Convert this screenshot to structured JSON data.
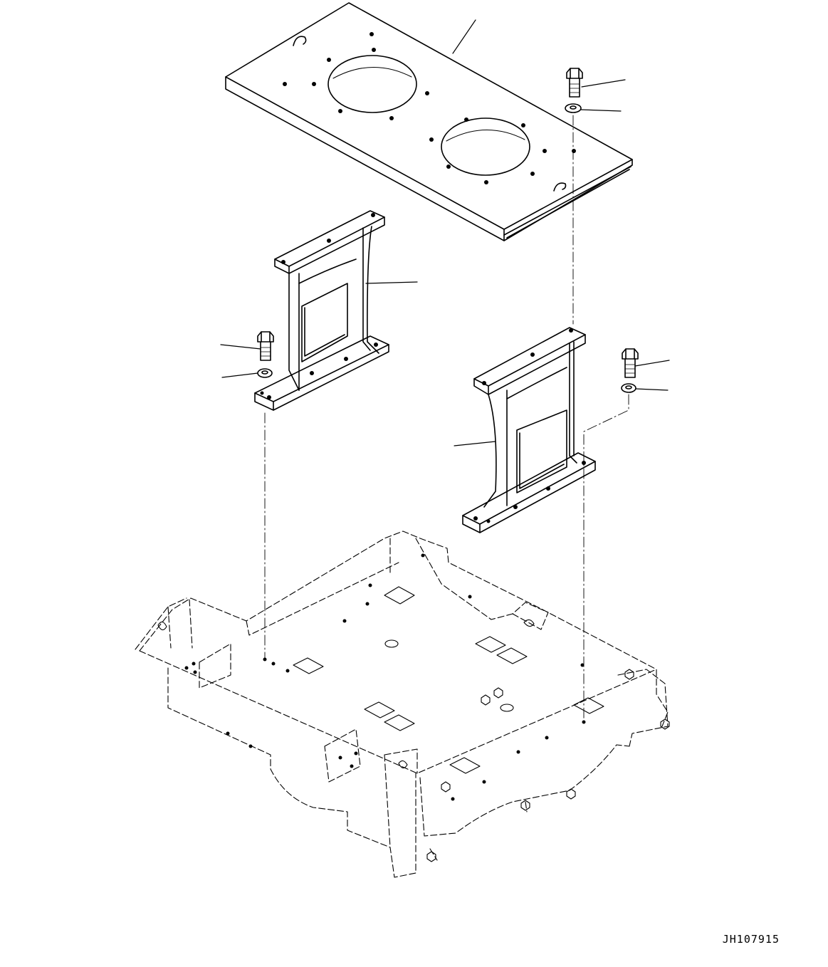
{
  "drawing": {
    "reference_code": "JH107915",
    "parts": [
      {
        "id": "top-plate",
        "kind": "mounting plate with two circular openings"
      },
      {
        "id": "left-bracket",
        "kind": "support stand"
      },
      {
        "id": "right-bracket",
        "kind": "support stand"
      },
      {
        "id": "bolt",
        "kind": "hex bolt",
        "count": 3
      },
      {
        "id": "washer",
        "kind": "washer",
        "count": 3
      },
      {
        "id": "frame",
        "kind": "base frame (dashed, reference)"
      }
    ]
  }
}
